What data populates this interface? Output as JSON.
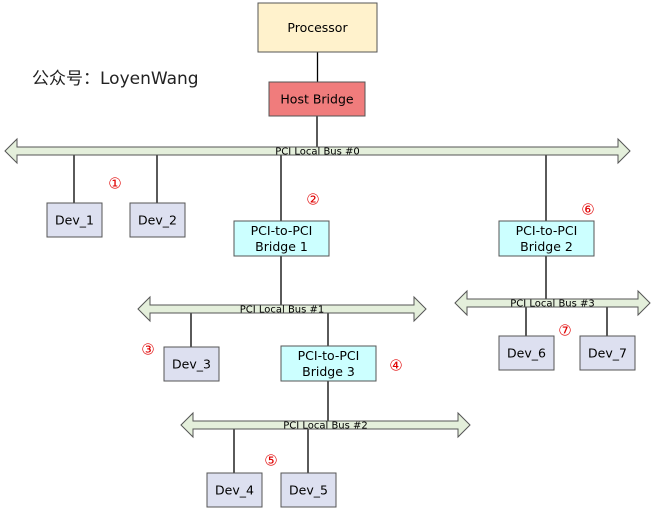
{
  "watermark": "公众号：LoyenWang",
  "colors": {
    "processor": "#fff2cc",
    "host_bridge": "#f07c7c",
    "bridge": "#ccffff",
    "device": "#dde0f0",
    "bus_fill": "#e4efdb",
    "marker": "#e00000"
  },
  "nodes": {
    "processor": {
      "lines": [
        "Processor"
      ]
    },
    "host_bridge": {
      "lines": [
        "Host Bridge"
      ]
    },
    "bridge1": {
      "lines": [
        "PCI-to-PCI",
        "Bridge 1"
      ]
    },
    "bridge2": {
      "lines": [
        "PCI-to-PCI",
        "Bridge 2"
      ]
    },
    "bridge3": {
      "lines": [
        "PCI-to-PCI",
        "Bridge 3"
      ]
    },
    "dev1": {
      "lines": [
        "Dev_1"
      ]
    },
    "dev2": {
      "lines": [
        "Dev_2"
      ]
    },
    "dev3": {
      "lines": [
        "Dev_3"
      ]
    },
    "dev4": {
      "lines": [
        "Dev_4"
      ]
    },
    "dev5": {
      "lines": [
        "Dev_5"
      ]
    },
    "dev6": {
      "lines": [
        "Dev_6"
      ]
    },
    "dev7": {
      "lines": [
        "Dev_7"
      ]
    }
  },
  "buses": {
    "bus0": {
      "label": "PCI Local Bus #0"
    },
    "bus1": {
      "label": "PCI Local Bus #1"
    },
    "bus2": {
      "label": "PCI Local Bus #2"
    },
    "bus3": {
      "label": "PCI Local Bus #3"
    }
  },
  "markers": {
    "m1": "①",
    "m2": "②",
    "m3": "③",
    "m4": "④",
    "m5": "⑤",
    "m6": "⑥",
    "m7": "⑦"
  },
  "connections": [
    [
      "processor",
      "host_bridge"
    ],
    [
      "host_bridge",
      "bus0"
    ],
    [
      "bus0",
      "dev1"
    ],
    [
      "bus0",
      "dev2"
    ],
    [
      "bus0",
      "bridge1"
    ],
    [
      "bus0",
      "bridge2"
    ],
    [
      "bridge1",
      "bus1"
    ],
    [
      "bus1",
      "dev3"
    ],
    [
      "bus1",
      "bridge3"
    ],
    [
      "bridge3",
      "bus2"
    ],
    [
      "bus2",
      "dev4"
    ],
    [
      "bus2",
      "dev5"
    ],
    [
      "bridge2",
      "bus3"
    ],
    [
      "bus3",
      "dev6"
    ],
    [
      "bus3",
      "dev7"
    ]
  ]
}
